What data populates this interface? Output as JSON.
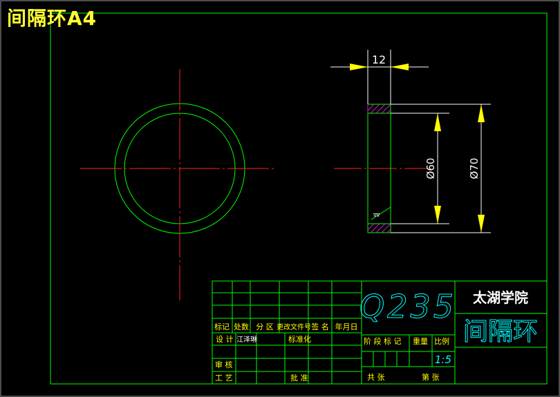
{
  "drawing": {
    "title": "间隔环A4",
    "part_name": "间隔环",
    "material": "Q235",
    "organization": "太湖学院",
    "scale": "1:5"
  },
  "dimensions": {
    "width": "12",
    "inner_diameter": "Ø60",
    "outer_diameter": "Ø70"
  },
  "roughness_mark": "∇∇",
  "title_block": {
    "revision_labels": {
      "mark": "标记",
      "count": "处数",
      "zone": "分 区",
      "change_doc": "更改文件号",
      "signature": "签 名",
      "date": "年月日"
    },
    "roles": {
      "design": "设 计",
      "designer": "江泽琳",
      "standardize": "标准化",
      "review": "审 核",
      "process": "工 艺",
      "approve": "批 准"
    },
    "stage_labels": {
      "stage": "阶 段 标 记",
      "weight": "重量",
      "scale": "比例"
    },
    "sheets": {
      "total": "共 张",
      "page": "第 张"
    }
  },
  "colors": {
    "border": "#00ff00",
    "centerline": "#ff2020",
    "dimension": "#ffffff",
    "arrow": "#ffff00",
    "block_text": "#00ffff",
    "hatch": "#cc22cc",
    "title": "#ffff33"
  }
}
